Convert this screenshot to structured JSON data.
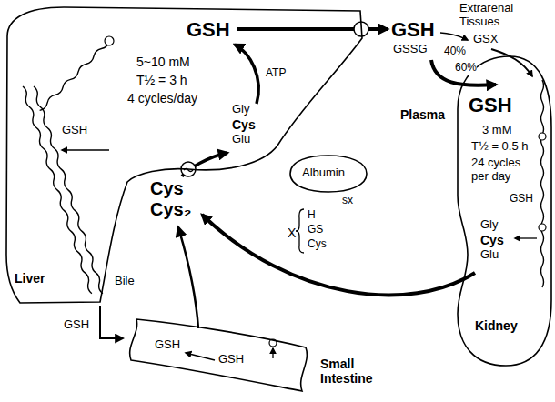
{
  "diagram": {
    "nodes": [
      {
        "text": [
          "GSH",
          "5~10 mM",
          "T½ = 3 h",
          "4 cycles/day",
          "ATP",
          "Gly",
          "Cys",
          "Glu",
          "GSH",
          "Liver"
        ]
      },
      {
        "text": [
          "Albumin"
        ]
      },
      {
        "text": [
          "GSH",
          "3 mM",
          "T½ = 0.5 h",
          "24 cycles per day",
          "GSH",
          "Gly",
          "Cys",
          "Glu",
          "Kidney"
        ]
      },
      {
        "text": [
          "GSH",
          "GSH",
          "Small Intestine"
        ]
      }
    ],
    "edges": [
      {
        "from": 0,
        "to": 3,
        "arrow": "to"
      }
    ],
    "labels": [
      "GSH",
      "GSSG",
      "Extrarenal Tissues",
      "GSX",
      "40%",
      "60%",
      "Plasma",
      "sx",
      "X",
      "H",
      "GS",
      "Cys",
      "Cys",
      "Cys₂",
      "Bile",
      "GSH"
    ]
  }
}
